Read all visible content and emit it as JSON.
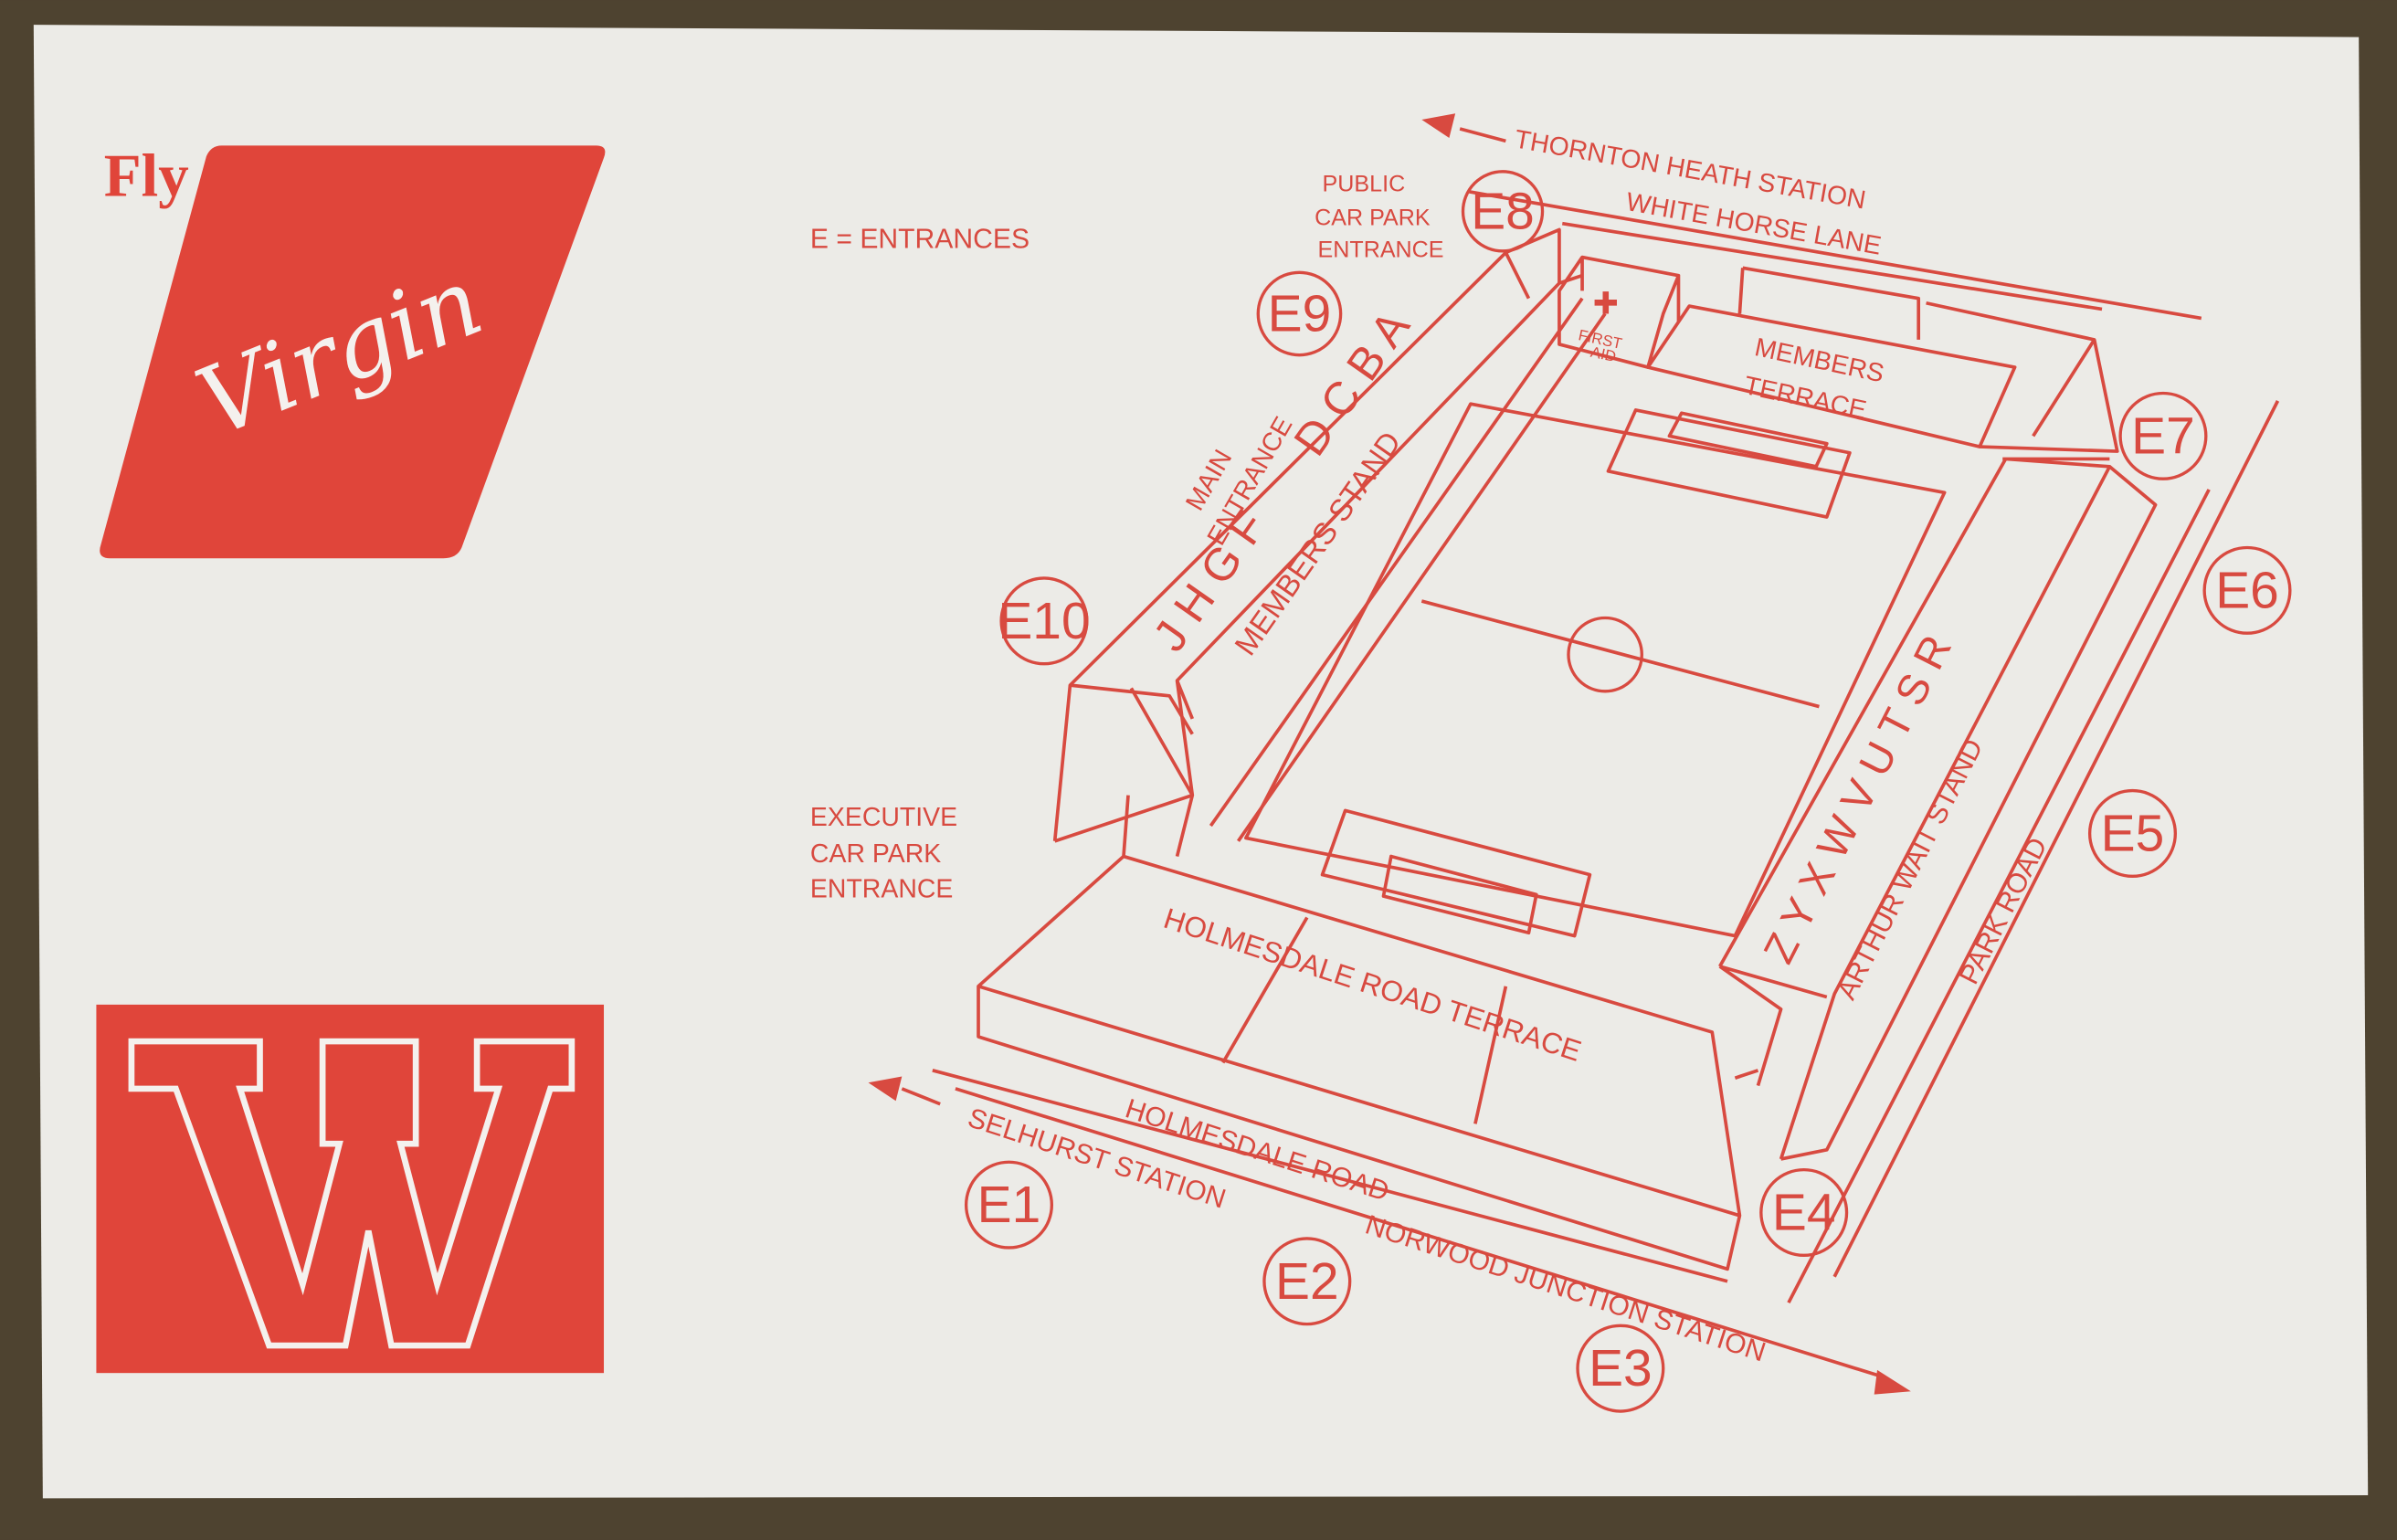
{
  "colors": {
    "ink": "#d84a40",
    "logo_red": "#e0453a",
    "paper": "#ecebe7",
    "background_wood": "#4e4330"
  },
  "logos": {
    "airline": {
      "prefix": "Fly",
      "wordmark": "Virgin"
    },
    "club_crest_letter": "W"
  },
  "legend": "E = ENTRANCES",
  "entrances": [
    "E1",
    "E2",
    "E3",
    "E4",
    "E5",
    "E6",
    "E7",
    "E8",
    "E9",
    "E10"
  ],
  "roads": {
    "thornton_heath": "THORNTON HEATH STATION",
    "white_horse_lane": "WHITE HORSE LANE",
    "park_road": "PARK ROAD",
    "holmesdale_road": "HOLMESDALE ROAD",
    "selhurst": "SELHURST STATION",
    "norwood": "NORWOOD JUNCTION STATION"
  },
  "labels": {
    "public_car_park": [
      "PUBLIC",
      "CAR PARK",
      "ENTRANCE"
    ],
    "executive_car_park": [
      "EXECUTIVE",
      "CAR PARK",
      "ENTRANCE"
    ],
    "main_entrance": [
      "MAIN",
      "ENTRANCE"
    ],
    "first_aid": [
      "FIRST",
      "AID"
    ]
  },
  "stands": {
    "members_stand": {
      "name": "MEMBERS STAND",
      "blocks_a": "J H G F",
      "blocks_b": "D C B A"
    },
    "members_terrace": [
      "MEMBERS",
      "TERRACE"
    ],
    "arthur_wait": {
      "name": "ARTHUR WAIT STAND",
      "blocks": "Z Y X W V U T S R"
    },
    "holmesdale_terrace": "HOLMESDALE ROAD TERRACE"
  }
}
